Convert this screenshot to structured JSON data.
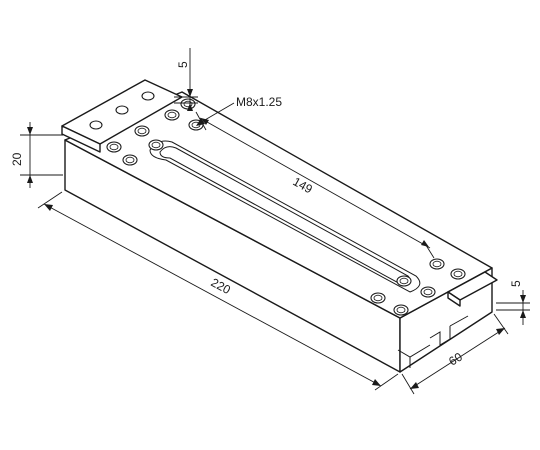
{
  "dimensions": {
    "thickness": "20",
    "step_top": "5",
    "thread": "M8x1.25",
    "slot_length": "149",
    "step_right": "5",
    "length": "220",
    "width": "60"
  }
}
